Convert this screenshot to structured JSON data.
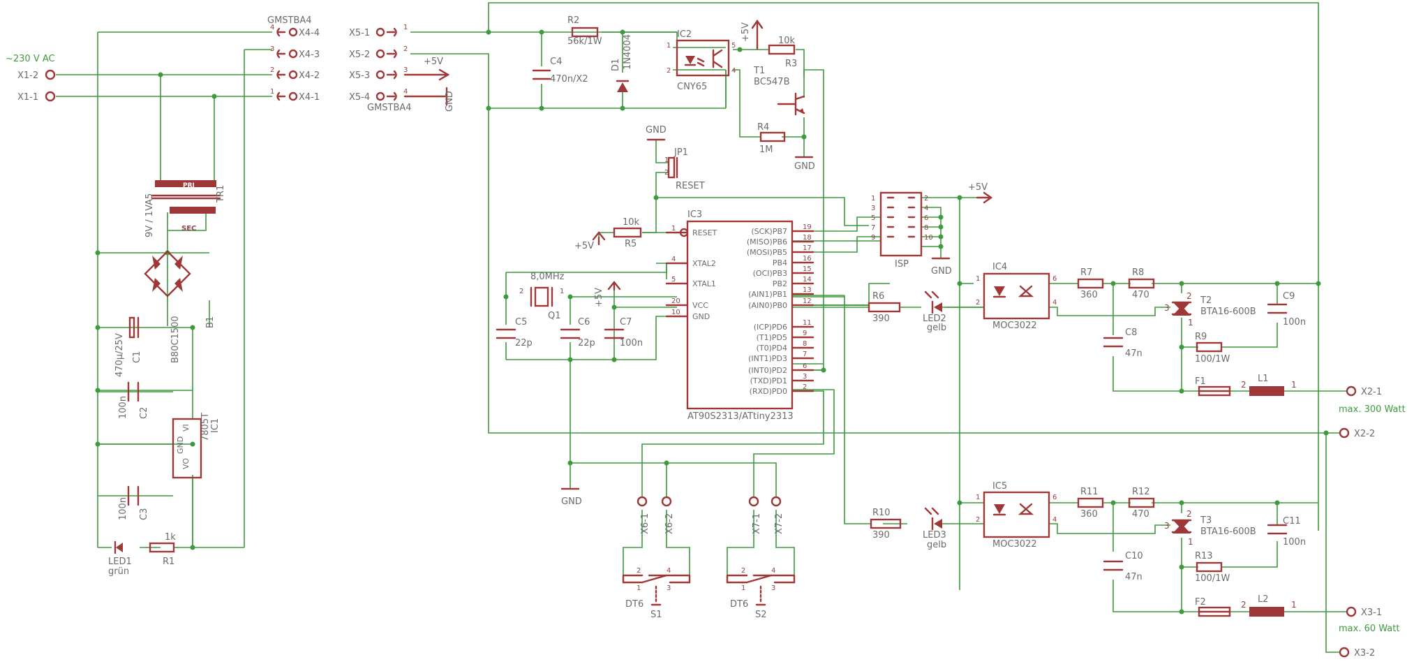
{
  "colors": {
    "wire": "#3d9a3d",
    "part": "#9e3838",
    "text": "#6b6b6b",
    "background": "#ffffff"
  },
  "mains": {
    "label": "~230 V AC",
    "x1_2": "X1-2",
    "x1_1": "X1-1"
  },
  "x4": {
    "name": "GMSTBA4",
    "pins": [
      "X4-4",
      "X4-3",
      "X4-2",
      "X4-1"
    ],
    "pin_numbers": [
      "4",
      "3",
      "2",
      "1"
    ]
  },
  "x5": {
    "name": "GMSTBA4",
    "pins": [
      "X5-1",
      "X5-2",
      "X5-3",
      "X5-4"
    ],
    "pin_numbers": [
      "1",
      "2",
      "3",
      "4"
    ]
  },
  "tr1": {
    "name": "TR1",
    "value": "9V / 1VA5",
    "pri": "PRI",
    "sec": "SEC"
  },
  "b1": {
    "name": "B1",
    "value": "B80C1500"
  },
  "c1": {
    "name": "C1",
    "value": "470µ/25V"
  },
  "c2": {
    "name": "C2",
    "value": "100n"
  },
  "c3": {
    "name": "C3",
    "value": "100n"
  },
  "ic1": {
    "name": "IC1",
    "value": "7805T",
    "vi": "VI",
    "gnd": "GND",
    "vo": "VO"
  },
  "led1": {
    "name": "LED1",
    "value": "grün"
  },
  "r1": {
    "name": "R1",
    "value": "1k"
  },
  "r2": {
    "name": "R2",
    "value": "56k/1W"
  },
  "c4": {
    "name": "C4",
    "value": "470n/X2"
  },
  "d1": {
    "name": "D1",
    "value": "1N4004"
  },
  "ic2": {
    "name": "IC2",
    "value": "CNY65"
  },
  "t1": {
    "name": "T1",
    "value": "BC547B"
  },
  "r3": {
    "name": "R3",
    "value": "10k"
  },
  "r4": {
    "name": "R4",
    "value": "1M"
  },
  "jp1": {
    "name": "JP1",
    "value": "RESET"
  },
  "r5": {
    "name": "R5",
    "value": "10k"
  },
  "q1": {
    "name": "Q1",
    "value": "8,0MHz"
  },
  "c5": {
    "name": "C5",
    "value": "22p"
  },
  "c6": {
    "name": "C6",
    "value": "22p"
  },
  "c7": {
    "name": "C7",
    "value": "100n"
  },
  "ic3": {
    "name": "IC3",
    "value": "AT90S2313/ATtiny2313",
    "left": [
      "RESET",
      "XTAL2",
      "XTAL1",
      "VCC",
      "GND"
    ],
    "left_pins": [
      "1",
      "4",
      "5",
      "20",
      "10"
    ],
    "right": [
      "(SCK)PB7",
      "(MISO)PB6",
      "(MOSI)PB5",
      "PB4",
      "(OCI)PB3",
      "PB2",
      "(AIN1)PB1",
      "(AIN0)PB0",
      "(ICP)PD6",
      "(T1)PD5",
      "(T0)PD4",
      "(INT1)PD3",
      "(INT0)PD2",
      "(TXD)PD1",
      "(RXD)PD0"
    ],
    "right_pins": [
      "19",
      "18",
      "17",
      "16",
      "15",
      "14",
      "13",
      "12",
      "11",
      "9",
      "8",
      "7",
      "6",
      "3",
      "2"
    ]
  },
  "isp": {
    "name": "ISP",
    "pins": [
      "1",
      "2",
      "3",
      "4",
      "5",
      "6",
      "7",
      "8",
      "9",
      "10"
    ]
  },
  "r6": {
    "name": "R6",
    "value": "390"
  },
  "led2": {
    "name": "LED2",
    "value": "gelb"
  },
  "r10": {
    "name": "R10",
    "value": "390"
  },
  "led3": {
    "name": "LED3",
    "value": "gelb"
  },
  "ic4": {
    "name": "IC4",
    "value": "MOC3022",
    "pins": [
      "1",
      "2",
      "6",
      "4"
    ]
  },
  "ic5": {
    "name": "IC5",
    "value": "MOC3022",
    "pins": [
      "1",
      "2",
      "6",
      "4"
    ]
  },
  "r7": {
    "name": "R7",
    "value": "360"
  },
  "r8": {
    "name": "R8",
    "value": "470"
  },
  "t2": {
    "name": "T2",
    "value": "BTA16-600B",
    "pins": [
      "2",
      "3",
      "1"
    ]
  },
  "c9": {
    "name": "C9",
    "value": "100n"
  },
  "c8": {
    "name": "C8",
    "value": "47n"
  },
  "r9": {
    "name": "R9",
    "value": "100/1W"
  },
  "f1": {
    "name": "F1"
  },
  "l1": {
    "name": "L1",
    "pins": [
      "2",
      "1"
    ]
  },
  "x2": {
    "a": "X2-1",
    "b": "X2-2",
    "note": "max. 300 Watt"
  },
  "r11": {
    "name": "R11",
    "value": "360"
  },
  "r12": {
    "name": "R12",
    "value": "470"
  },
  "t3": {
    "name": "T3",
    "value": "BTA16-600B",
    "pins": [
      "2",
      "3",
      "1"
    ]
  },
  "c11": {
    "name": "C11",
    "value": "100n"
  },
  "c10": {
    "name": "C10",
    "value": "47n"
  },
  "r13": {
    "name": "R13",
    "value": "100/1W"
  },
  "f2": {
    "name": "F2"
  },
  "l2": {
    "name": "L2",
    "pins": [
      "2",
      "1"
    ]
  },
  "x3": {
    "a": "X3-1",
    "b": "X3-2",
    "note": "max. 60 Watt"
  },
  "x6": {
    "a": "X6-1",
    "b": "X6-2"
  },
  "x7": {
    "a": "X7-1",
    "b": "X7-2"
  },
  "s1": {
    "name": "S1",
    "value": "DT6",
    "pins": [
      "2",
      "4",
      "1",
      "3"
    ]
  },
  "s2": {
    "name": "S2",
    "value": "DT6",
    "pins": [
      "2",
      "4",
      "1",
      "3"
    ]
  },
  "supply": {
    "vcc": "+5V",
    "gnd": "GND"
  }
}
